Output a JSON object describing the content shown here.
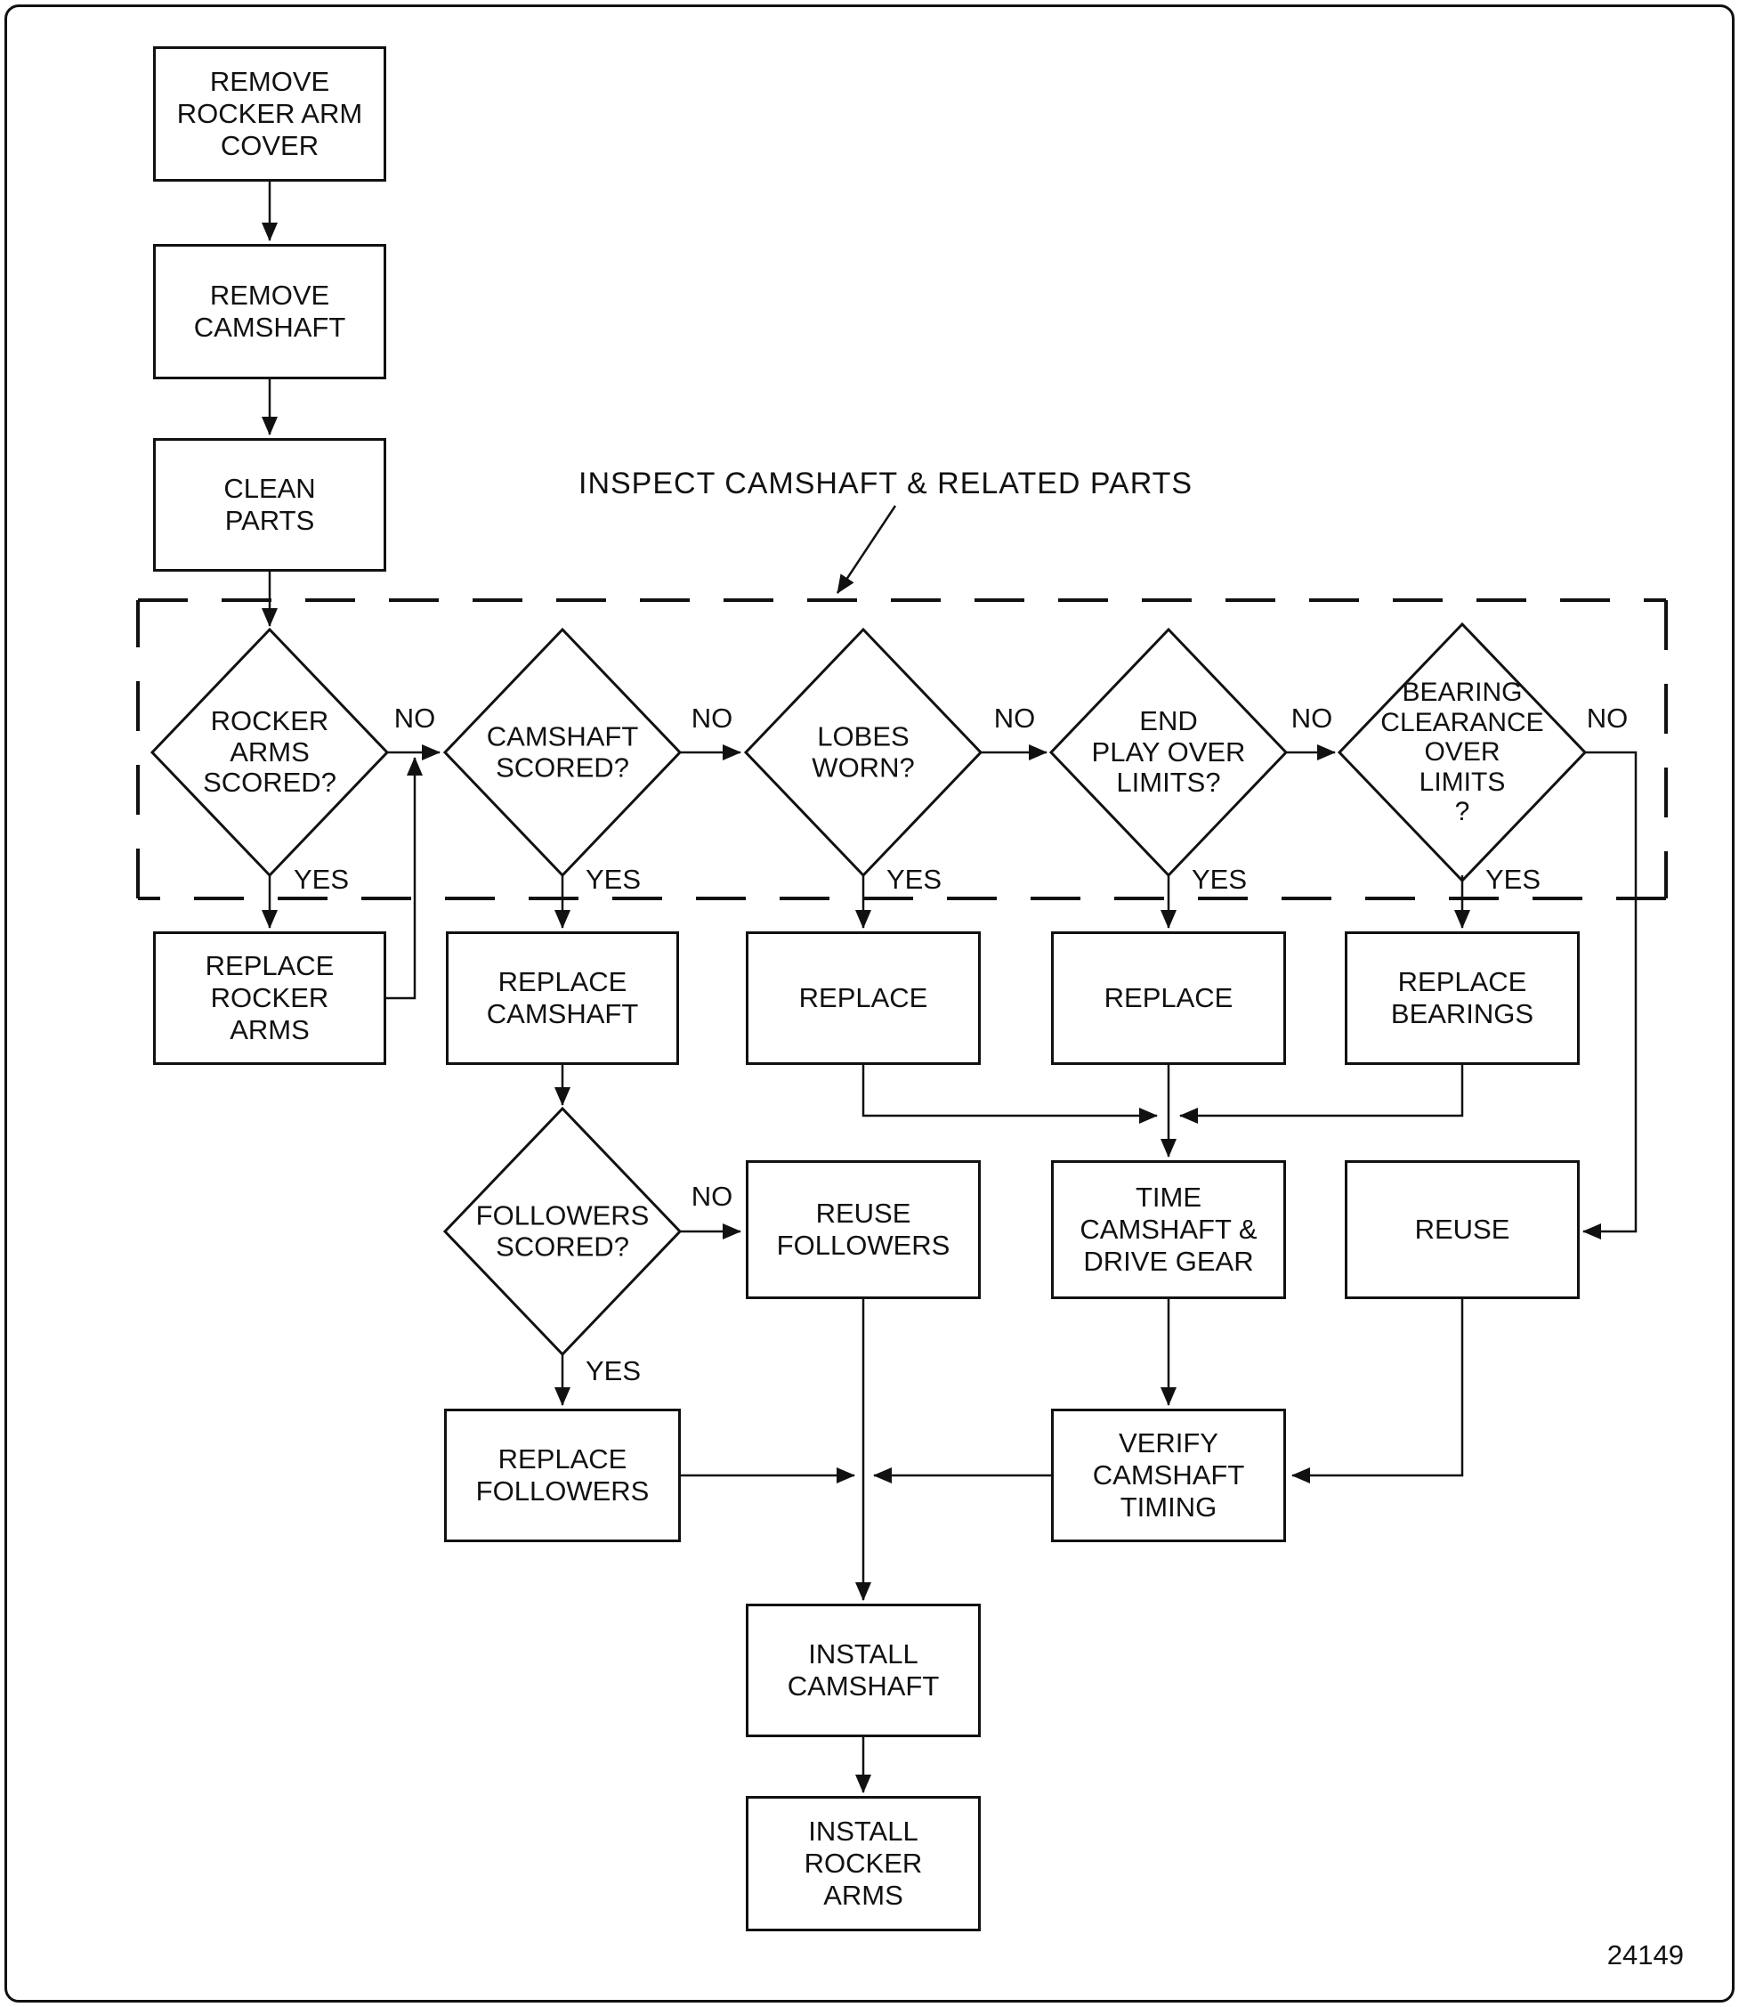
{
  "figure": {
    "number": "24149"
  },
  "inspect_region": {
    "label": "INSPECT CAMSHAFT & RELATED PARTS"
  },
  "edge_labels": {
    "no": "NO",
    "yes": "YES"
  },
  "nodes": {
    "remove_rocker_arm_cover": "REMOVE\nROCKER ARM\nCOVER",
    "remove_camshaft": "REMOVE\nCAMSHAFT",
    "clean_parts": "CLEAN\nPARTS",
    "rocker_arms_scored": "ROCKER\nARMS\nSCORED?",
    "camshaft_scored": "CAMSHAFT\nSCORED?",
    "lobes_worn": "LOBES\nWORN?",
    "end_play_over_limits": "END\nPLAY OVER\nLIMITS?",
    "bearing_clearance_over_limits": "BEARING\nCLEARANCE\nOVER\nLIMITS\n?",
    "replace_rocker_arms": "REPLACE\nROCKER\nARMS",
    "replace_camshaft": "REPLACE\nCAMSHAFT",
    "replace_lobes": "REPLACE",
    "replace_end_play": "REPLACE",
    "replace_bearings": "REPLACE\nBEARINGS",
    "followers_scored": "FOLLOWERS\nSCORED?",
    "reuse_followers": "REUSE\nFOLLOWERS",
    "time_camshaft_drive_gear": "TIME\nCAMSHAFT &\nDRIVE GEAR",
    "reuse": "REUSE",
    "replace_followers": "REPLACE\nFOLLOWERS",
    "verify_camshaft_timing": "VERIFY\nCAMSHAFT\nTIMING",
    "install_camshaft": "INSTALL\nCAMSHAFT",
    "install_rocker_arms": "INSTALL\nROCKER\nARMS"
  },
  "colors": {
    "line": "#111111",
    "background": "#ffffff"
  }
}
